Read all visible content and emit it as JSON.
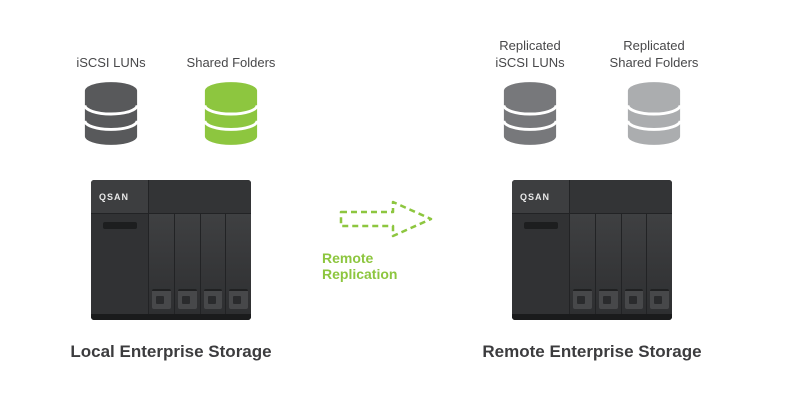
{
  "colors": {
    "green": "#8dc63f",
    "db_gray_dark": "#58595b",
    "db_gray_mid": "#77787b",
    "db_gray_light": "#abadaf",
    "separator_white": "#ffffff",
    "text_dark": "#3c3c3e"
  },
  "local": {
    "icons": [
      {
        "label": "iSCSI LUNs"
      },
      {
        "label": "Shared Folders"
      }
    ],
    "device": {
      "logo": "QSAN"
    },
    "caption": "Local Enterprise Storage"
  },
  "replication": {
    "label": "Remote Replication"
  },
  "remote": {
    "icons": [
      {
        "label": "Replicated\niSCSI LUNs"
      },
      {
        "label": "Replicated\nShared Folders"
      }
    ],
    "device": {
      "logo": "QSAN"
    },
    "caption": "Remote Enterprise Storage"
  }
}
